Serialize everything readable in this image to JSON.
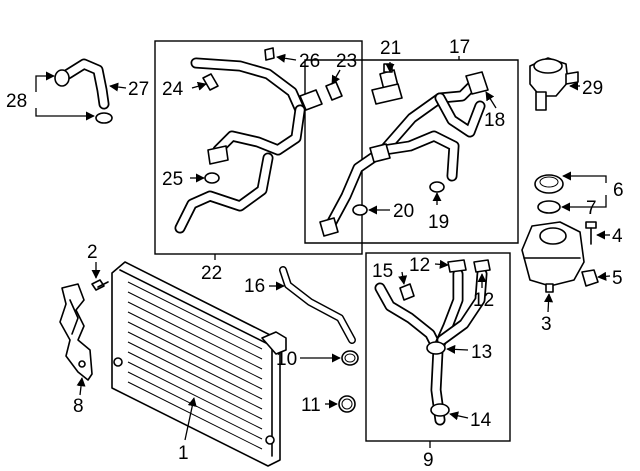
{
  "callouts": {
    "c1": "1",
    "c2": "2",
    "c3": "3",
    "c4": "4",
    "c5": "5",
    "c6": "6",
    "c7": "7",
    "c8": "8",
    "c9": "9",
    "c10": "10",
    "c11": "11",
    "c12a": "12",
    "c12b": "12",
    "c13": "13",
    "c14": "14",
    "c15": "15",
    "c16": "16",
    "c17": "17",
    "c18": "18",
    "c19": "19",
    "c20": "20",
    "c21": "21",
    "c22": "22",
    "c23": "23",
    "c24": "24",
    "c25": "25",
    "c26": "26",
    "c27": "27",
    "c28": "28",
    "c29": "29"
  }
}
